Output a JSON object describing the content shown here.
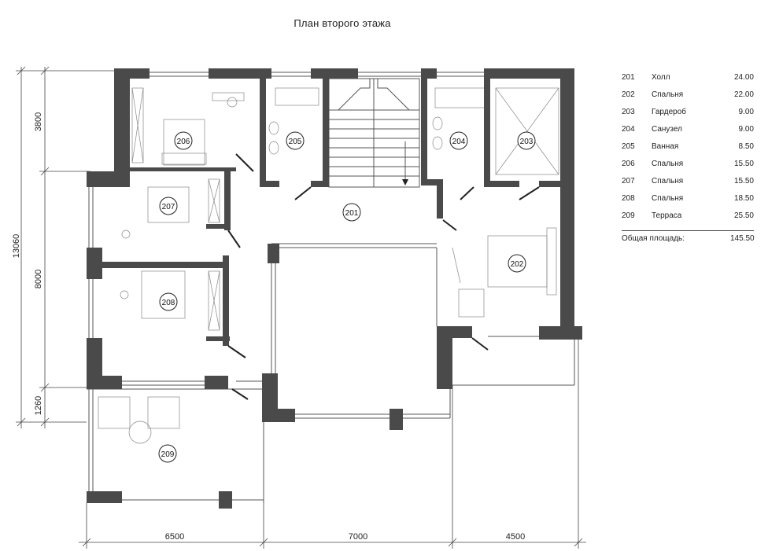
{
  "title": "План второго этажа",
  "rooms": [
    {
      "number": "201",
      "name": "Холл",
      "area": "24.00"
    },
    {
      "number": "202",
      "name": "Спальня",
      "area": "22.00"
    },
    {
      "number": "203",
      "name": "Гардероб",
      "area": "9.00"
    },
    {
      "number": "204",
      "name": "Санузел",
      "area": "9.00"
    },
    {
      "number": "205",
      "name": "Ванная",
      "area": "8.50"
    },
    {
      "number": "206",
      "name": "Спальня",
      "area": "15.50"
    },
    {
      "number": "207",
      "name": "Спальня",
      "area": "15.50"
    },
    {
      "number": "208",
      "name": "Спальня",
      "area": "18.50"
    },
    {
      "number": "209",
      "name": "Терраса",
      "area": "25.50"
    }
  ],
  "total": {
    "label": "Общая площадь:",
    "area": "145.50"
  },
  "dimensions": {
    "bottom": [
      "6500",
      "7000",
      "4500"
    ],
    "left_total": "13060",
    "left_parts": [
      "3800",
      "8000",
      "1260"
    ]
  }
}
